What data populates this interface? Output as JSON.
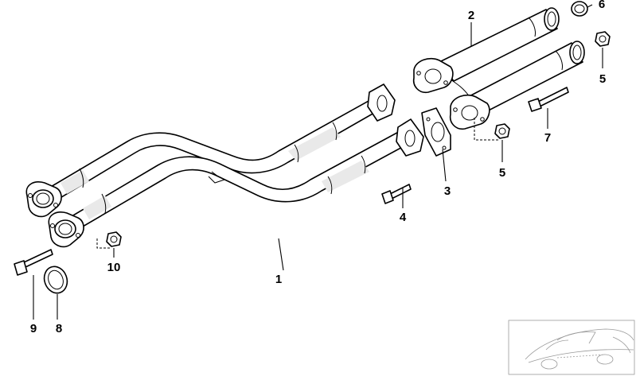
{
  "diagram": {
    "callouts": [
      {
        "id": "1",
        "label": "1"
      },
      {
        "id": "2",
        "label": "2"
      },
      {
        "id": "3",
        "label": "3"
      },
      {
        "id": "4",
        "label": "4"
      },
      {
        "id": "5a",
        "label": "5"
      },
      {
        "id": "5b",
        "label": "5"
      },
      {
        "id": "6",
        "label": "6"
      },
      {
        "id": "7",
        "label": "7"
      },
      {
        "id": "8",
        "label": "8"
      },
      {
        "id": "9",
        "label": "9"
      },
      {
        "id": "10",
        "label": "10"
      }
    ]
  }
}
